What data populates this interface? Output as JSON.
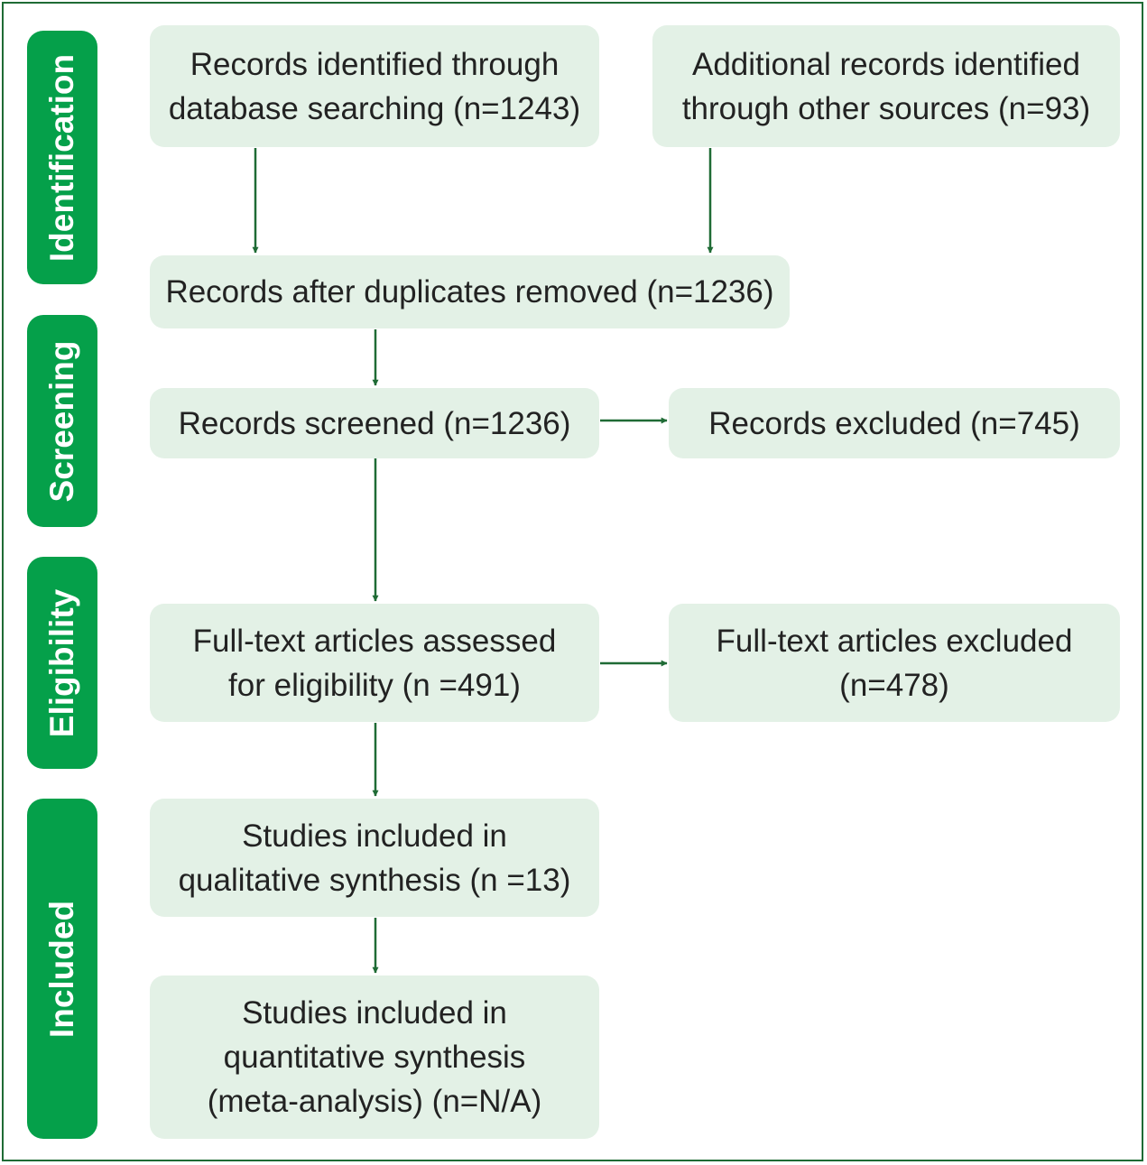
{
  "phases": {
    "identification": "Identification",
    "screening": "Screening",
    "eligibility": "Eligibility",
    "included": "Included"
  },
  "boxes": {
    "database_search": {
      "line1": "Records identified through",
      "line2": "database searching (n=1243)"
    },
    "other_sources": {
      "line1": "Additional records identified",
      "line2": "through other sources (n=93)"
    },
    "after_duplicates": {
      "line1": "Records after duplicates removed (n=1236)"
    },
    "screened": {
      "line1": "Records screened (n=1236)"
    },
    "excluded": {
      "line1": "Records excluded (n=745)"
    },
    "fulltext_assessed": {
      "line1": "Full-text articles assessed",
      "line2": "for eligibility (n =491)"
    },
    "fulltext_excluded": {
      "line1": "Full-text articles excluded",
      "line2": "(n=478)"
    },
    "qualitative": {
      "line1": "Studies included in",
      "line2": "qualitative synthesis (n =13)"
    },
    "quantitative": {
      "line1": "Studies included in",
      "line2": "quantitative synthesis",
      "line3": "(meta-analysis) (n=N/A)"
    }
  },
  "colors": {
    "phase_fill": "#05a04a",
    "box_fill": "#e3f1e6",
    "arrow": "#1f6b35",
    "border": "#1f6b35"
  }
}
